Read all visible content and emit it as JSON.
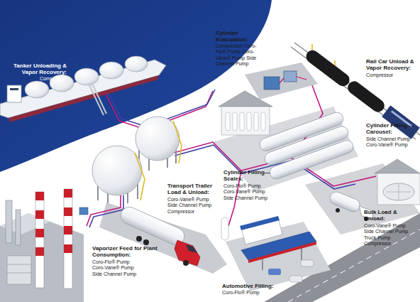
{
  "diagram": {
    "labels": [
      "Tanker Unloading & Vapor Recovery:",
      "Compressor",
      "Cylinder Evacuation:",
      "Compressor Coro-Flo® Pump Coro-Vane® Pump Side Channel Pump",
      "Rail Car Unload & Vapor Recovery:",
      "Compressor",
      "Cylinder Filling—Carousel:",
      "Side Channel Pump Coro-Vane® Pump",
      "Cylinder Filling—Scales:",
      "Coro-Flo® Pump Coro-Vane® Pump Side Channel Pump",
      "Transport Trailer Load & Unload:",
      "Coro-Vane® Pump Side Channel Pump Compressor",
      "Bulk Load & Unload:",
      "Coro-Vane® Pump Side Channel Pump Truck Pump Compressor",
      "Vaporizer Feed for Plant Consumption:",
      "Coro-Flo® Pump Coro-Vane® Pump Side Channel Pump",
      "Automotive Filling:",
      "Coro-Flo® Pump"
    ]
  }
}
